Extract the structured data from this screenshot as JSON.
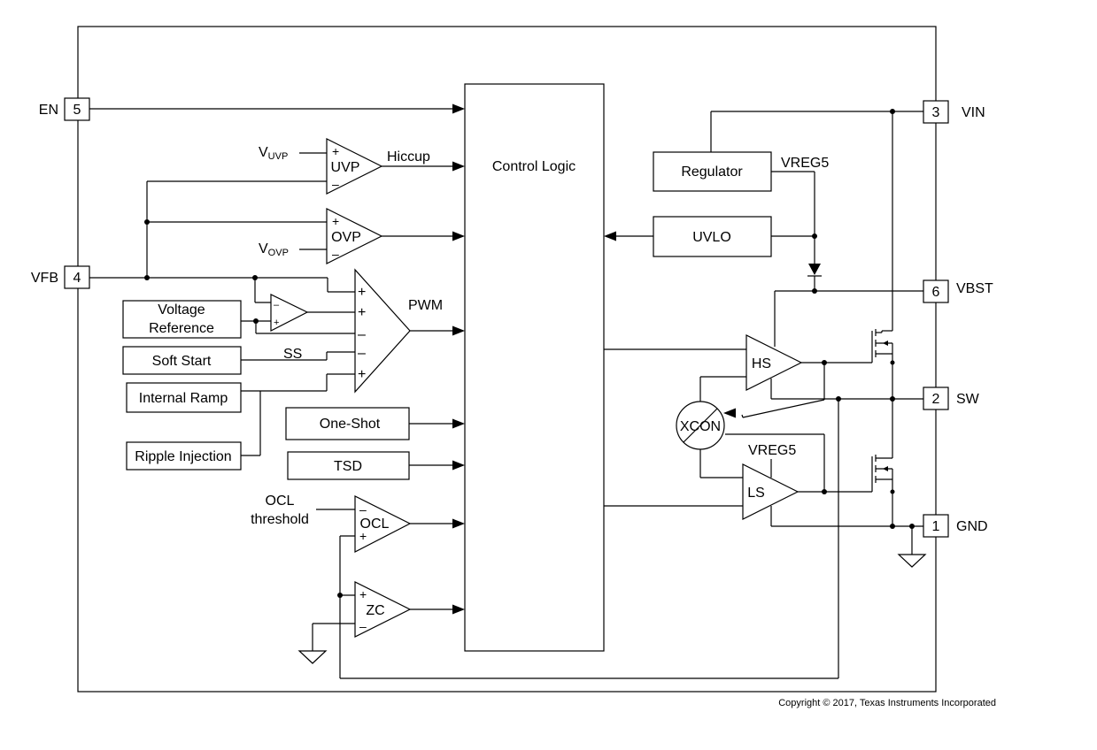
{
  "pins": {
    "en": {
      "label": "EN",
      "number": "5"
    },
    "vfb": {
      "label": "VFB",
      "number": "4"
    },
    "vin": {
      "label": "VIN",
      "number": "3"
    },
    "vbst": {
      "label": "VBST",
      "number": "6"
    },
    "sw": {
      "label": "SW",
      "number": "2"
    },
    "gnd": {
      "label": "GND",
      "number": "1"
    }
  },
  "blocks": {
    "control_logic": "Control Logic",
    "regulator": "Regulator",
    "uvlo": "UVLO",
    "voltage_reference": [
      "Voltage",
      "Reference"
    ],
    "soft_start": "Soft Start",
    "internal_ramp": "Internal Ramp",
    "ripple_injection": "Ripple Injection",
    "one_shot": "One-Shot",
    "tsd": "TSD"
  },
  "comparators": {
    "uvp": "UVP",
    "ovp": "OVP",
    "ocl": "OCL",
    "zc": "ZC",
    "hs": "HS",
    "ls": "LS",
    "xcon": "XCON"
  },
  "signals": {
    "v_uvp_main": "V",
    "v_uvp_sub": "UVP",
    "v_ovp_main": "V",
    "v_ovp_sub": "OVP",
    "hiccup": "Hiccup",
    "pwm": "PWM",
    "ss": "SS",
    "vreg5_top": "VREG5",
    "vreg5_ls": "VREG5",
    "ocl_threshold": [
      "OCL",
      "threshold"
    ]
  },
  "signs": {
    "plus": "+",
    "minus": "–"
  },
  "copyright": "Copyright © 2017, Texas Instruments Incorporated"
}
